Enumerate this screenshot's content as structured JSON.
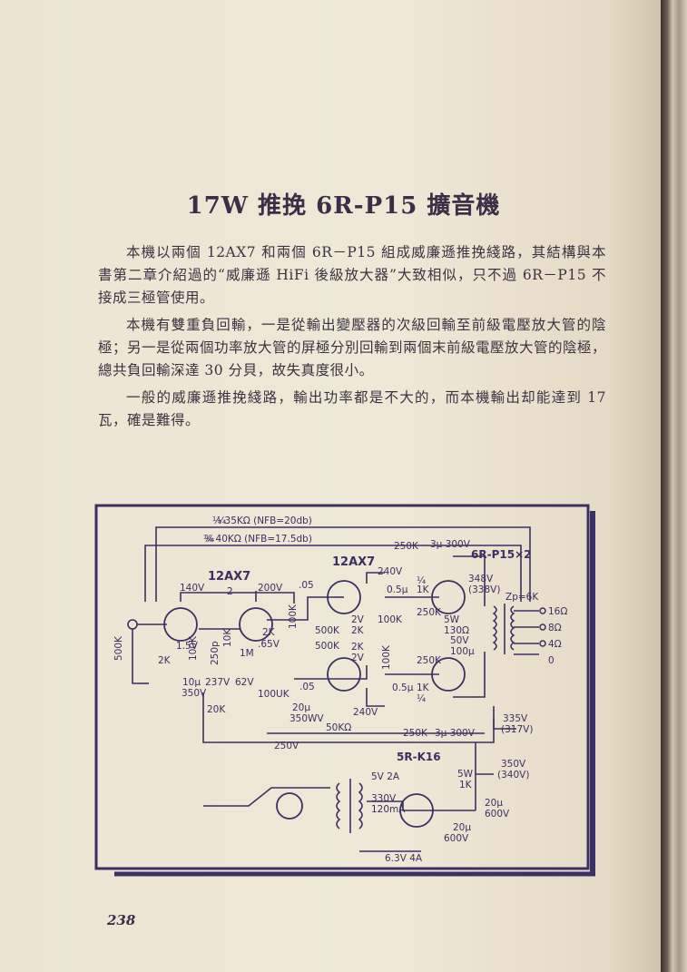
{
  "title": "17W 推挽 6R-P15 擴音機",
  "paragraphs": [
    "本機以兩個 12AX7 和兩個 6R－P15 組成威廉遜推挽綫路，其結構與本書第二章介紹過的“威廉遜 HiFi 後級放大器”大致相似，只不過 6R－P15 不接成三極管使用。",
    "本機有雙重負回輸，一是從輸出變壓器的次級回輸至前級電壓放大管的陰極；另一是從兩個功率放大管的屏極分別回輸到兩個末前級電壓放大管的陰極，總共負回輸深達 30 分貝，故失真度很小。",
    "一般的威廉遜推挽綫路，輸出功率都是不大的，而本機輸出却能達到 17 瓦，確是難得。"
  ],
  "page_number": "238",
  "colors": {
    "ink": "#3c2f63",
    "text": "#3b3340",
    "paper": "#ece5d3"
  },
  "schematic": {
    "nfb_top": "¼ 35KΩ (NFB=20db)",
    "nfb_bottom": "¼ 40KΩ (NFB=17.5db)",
    "tube_12ax7_a": "12AX7",
    "tube_12ax7_b": "12AX7",
    "tube_6rp15": "6R-P15×2",
    "tube_5rk16": "5R-K16",
    "v140": "140V",
    "v200": "200V",
    "v240a": "240V",
    "v240b": "240V",
    "v348": "348V",
    "v338": "(338V)",
    "v237": "237V",
    "v350": "350V",
    "v62": "62V",
    "v65": ".65V",
    "v15": "1.5V",
    "v2a": "2V",
    "v2b": "2V",
    "v335": "335V",
    "v317": "(317V)",
    "v350b": "350V",
    "v340": "(340V)",
    "v250": "250V",
    "v330": "330V",
    "ma120": "120mA",
    "r250k_a": "250K",
    "c3u300_a": "3μ 300V",
    "r250k_b": "250K",
    "c3u300_b": "3μ 300V",
    "r50k": "50KΩ",
    "r500k_a": "500K",
    "r500k_b": "500K",
    "r500k_c": "500K",
    "r2k_a": "2K",
    "r2k_b": "2K",
    "r2k_c": "2K",
    "r2k_d": "2K",
    "r100k_a": "100K",
    "r100k_b": "100K",
    "r100k_c": "100K",
    "r100k_d": "100K",
    "r10k": "10K",
    "r20k": "20K",
    "r1m": "1M",
    "r100uk": "100UK",
    "r1k_a": "1K",
    "r1k_b": "1K",
    "r250k_c": "250K",
    "r250k_d": "250K",
    "r130": "130Ω",
    "w5a": "5W",
    "w5b": "5W",
    "r1k_c": "1K",
    "c05a": ".05",
    "c05b": ".05",
    "c2": "2",
    "c250p": "250p",
    "c05u_a": "0.5μ",
    "c05u_b": "0.5μ",
    "c10u": "10μ",
    "c20u350": "20μ",
    "wv350": "350WV",
    "c100u": "100μ",
    "v50": "50V",
    "c20u_a": "20μ",
    "v600a": "600V",
    "c20u_b": "20μ",
    "v600b": "600V",
    "quarter_a": "¼",
    "quarter_b": "¼",
    "quarter_c": "¼",
    "quarter_d": "¼",
    "zp": "Zp=6K",
    "out16": "16Ω",
    "out8": "8Ω",
    "out4": "4Ω",
    "out0": "0",
    "heater5v": "5V 2A",
    "heater63": "6.3V 4A"
  }
}
